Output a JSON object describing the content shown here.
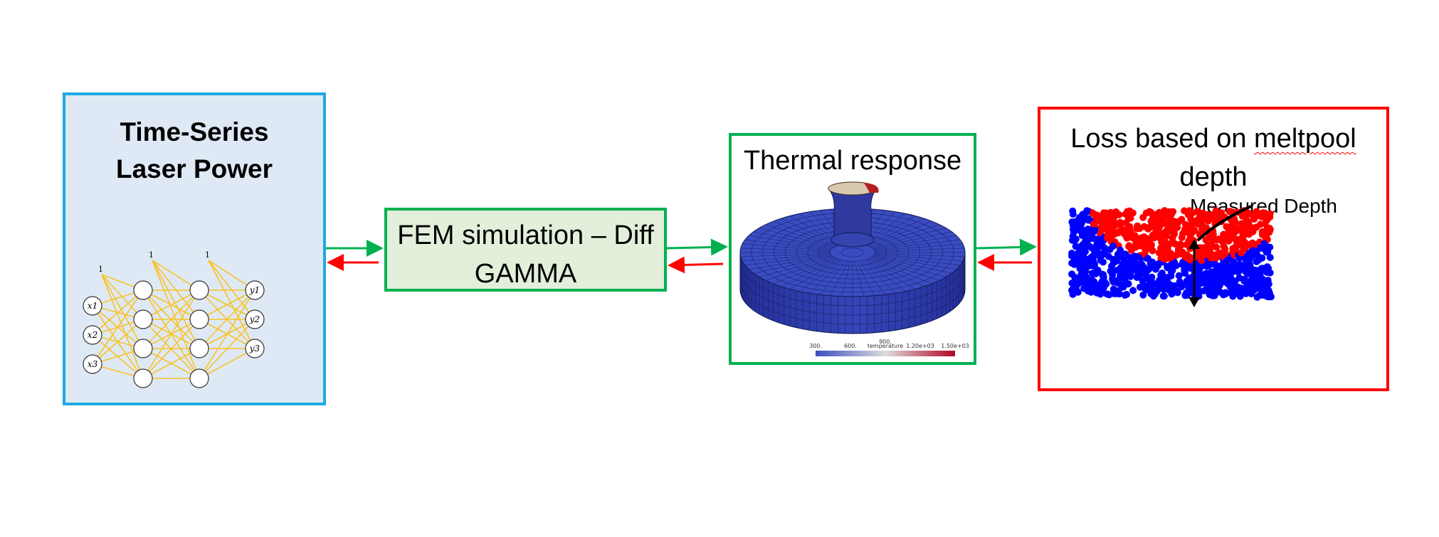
{
  "nn_panel": {
    "title_line1": "Time-Series",
    "title_line2": "Laser Power",
    "bias_label": "1",
    "inputs": [
      "x1",
      "x2",
      "x3"
    ],
    "outputs": [
      "y1",
      "y2",
      "y3"
    ]
  },
  "fem_panel": {
    "label_line1": "FEM simulation – Diff",
    "label_line2": "GAMMA"
  },
  "thermal_panel": {
    "title": "Thermal response",
    "colorbar_title": "temperature",
    "colorbar_ticks": [
      "300.",
      "600.",
      "900.",
      "1.20e+03",
      "1.50e+03"
    ]
  },
  "loss_panel": {
    "title_line1_a": "Loss based on ",
    "title_line1_b": "meltpool",
    "title_line2": "depth",
    "annotation": "Measured Depth"
  },
  "colors": {
    "forward_arrow": "#00b050",
    "backward_arrow": "#ff0000",
    "nn_edge": "#f8c325",
    "melt": "#ff0000",
    "substrate": "#0000ff"
  }
}
